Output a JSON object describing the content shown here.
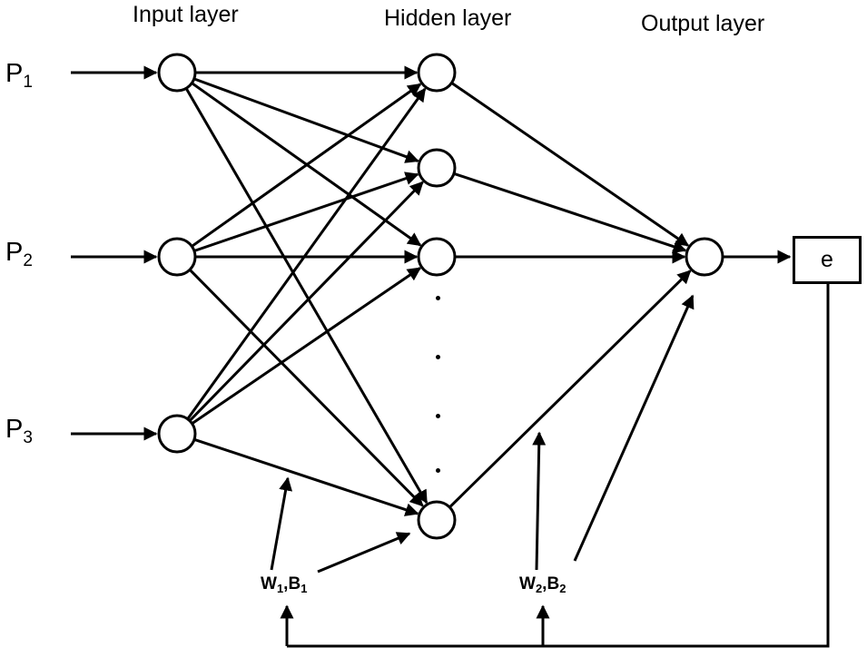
{
  "titles": {
    "input": "Input layer",
    "hidden": "Hidden layer",
    "output": "Output layer"
  },
  "inputs": [
    {
      "letter": "P",
      "sub": "1"
    },
    {
      "letter": "P",
      "sub": "2"
    },
    {
      "letter": "P",
      "sub": "3"
    }
  ],
  "weights1": {
    "w": "W",
    "w_sub": "1",
    "sep": ",",
    "b": "B",
    "b_sub": "1"
  },
  "weights2": {
    "w": "W",
    "w_sub": "2",
    "sep": ",",
    "b": "B",
    "b_sub": "2"
  },
  "error_box": "e",
  "colors": {
    "ink": "#000000",
    "node_fill": "#ffffff"
  }
}
